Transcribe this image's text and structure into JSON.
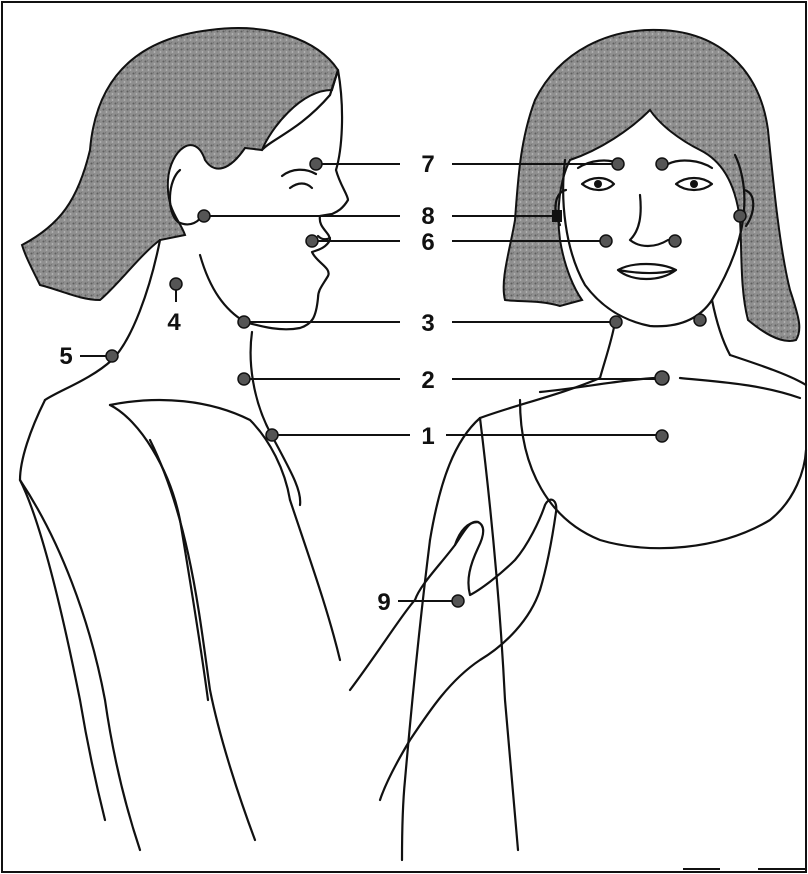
{
  "figure": {
    "colors": {
      "ink": "#111111",
      "hair": "#8a8a8a",
      "point": "#555555",
      "background": "#ffffff"
    },
    "labels": [
      {
        "id": "1",
        "text": "1"
      },
      {
        "id": "2",
        "text": "2"
      },
      {
        "id": "3",
        "text": "3"
      },
      {
        "id": "4",
        "text": "4"
      },
      {
        "id": "5",
        "text": "5"
      },
      {
        "id": "6",
        "text": "6"
      },
      {
        "id": "7",
        "text": "7"
      },
      {
        "id": "8",
        "text": "8"
      },
      {
        "id": "9",
        "text": "9"
      }
    ]
  }
}
